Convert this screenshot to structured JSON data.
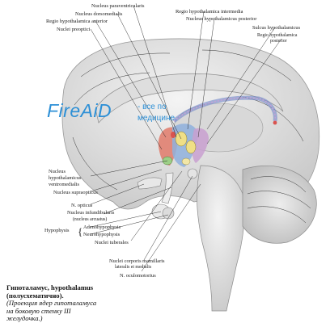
{
  "watermark": {
    "logo": "FireAiD",
    "line1": "- все по",
    "line2": "медицине."
  },
  "labels": {
    "nucleus_paraventricularis": "Nucleus paraventricularis",
    "nucleus_dorsomedialis": "Nucleus dorsomedialis",
    "regio_anterior": "Regio hypothalamica anterior",
    "nuclei_preoptici": "Nuclei preoptici",
    "regio_intermedia": "Regio hypothalamica intermedia",
    "nucleus_posterior": "Nucleus hypothalamicus posterior",
    "sulcus": "Sulcus hypothalamicus",
    "regio_posterior_1": "Regio hypothalamica",
    "regio_posterior_2": "posterior",
    "ventromedialis_1": "Nucleus",
    "ventromedialis_2": "hypothalamicus",
    "ventromedialis_3": "ventromedialis",
    "supraopticus": "Nucleus supraopticus",
    "n_opticus": "N. opticus",
    "infundibularis_1": "Nucleus infundibularis",
    "infundibularis_2": "(nucleus arcuatus)",
    "hypophysis": "Hypophysis",
    "adenohypophysis": "Adenohypophysis",
    "neurohypophysis": "Neurohypophysis",
    "nuclei_tuberales": "Nuclei tuberales",
    "mamillaris_1": "Nuclei corporis mamillaris",
    "mamillaris_2": "lateralis et medialis",
    "oculomotorius": "N. oculomotorius"
  },
  "caption": {
    "title": "Гипоталамус, hypothalamus",
    "subtitle": "(полусхематично).",
    "desc1": "(Проекция ядер гипоталамуса",
    "desc2": "на боковую стенку III",
    "desc3": "желудочка.)"
  },
  "colors": {
    "anterior_region": "#e07a6a",
    "intermediate_region": "#8fb0dd",
    "posterior_region": "#c9a0d0",
    "nucleus_green": "#9ccf86",
    "nucleus_yellow": "#f0df86",
    "nucleus_red": "#d9534f",
    "watermark": "#2c8fd6"
  }
}
